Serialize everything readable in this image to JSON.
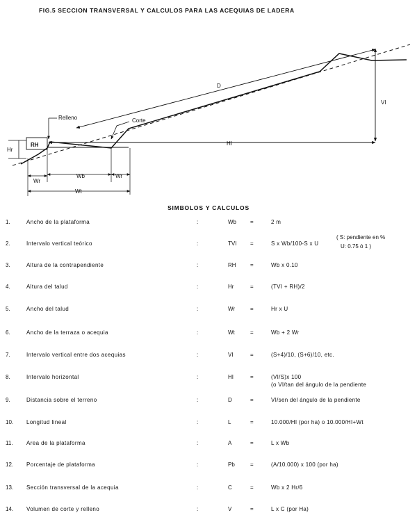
{
  "figure_title": "FIG.5   SECCION TRANSVERSAL Y CALCULOS PARA LAS ACEQUIAS DE LADERA",
  "diagram_labels": {
    "relleno": "Relleno",
    "corte": "Corte",
    "d": "D",
    "vi": "VI",
    "hi": "HI",
    "rh": "RH",
    "hr": "Hr",
    "wr_left": "Wr",
    "wb": "Wb",
    "wr_right": "Wr",
    "wt": "Wt"
  },
  "section_title": "SIMBOLOS Y CALCULOS",
  "rows": [
    {
      "num": "1.",
      "desc": "Ancho de la plataforma",
      "colon": ":",
      "sym": "Wb",
      "eq": "=",
      "formula": "2 m"
    },
    {
      "num": "2.",
      "desc": "Intervalo vertical teórico",
      "colon": ":",
      "sym": "TVI",
      "eq": "=",
      "formula": "S x Wb/100-S x U"
    },
    {
      "num": "3.",
      "desc": "Altura de la contrapendiente",
      "colon": ":",
      "sym": "RH",
      "eq": "=",
      "formula": "Wb x 0.10"
    },
    {
      "num": "4.",
      "desc": "Altura del talud",
      "colon": ":",
      "sym": "Hr",
      "eq": "=",
      "formula": "(TVI + RH)/2"
    },
    {
      "num": "5.",
      "desc": "Ancho del talud",
      "colon": ":",
      "sym": "Wr",
      "eq": "=",
      "formula": "Hr x U"
    },
    {
      "num": "6.",
      "desc": "Ancho de la terraza o acequia",
      "colon": ":",
      "sym": "Wt",
      "eq": "=",
      "formula": "Wb + 2 Wr"
    },
    {
      "num": "7.",
      "desc": "Intervalo vertical entre dos acequias",
      "colon": ":",
      "sym": "VI",
      "eq": "=",
      "formula": "(S+4)/10, (S+6)/10, etc."
    },
    {
      "num": "8.",
      "desc": "Intervalo horizontal",
      "colon": ":",
      "sym": "HI",
      "eq": "=",
      "formula": "(VI/S)x 100",
      "formula2": "(o VI/tan del ángulo de la pendiente"
    },
    {
      "num": "9.",
      "desc": "Distancia sobre el terreno",
      "colon": ":",
      "sym": "D",
      "eq": "=",
      "formula": "VI/sen del ángulo de la pendiente"
    },
    {
      "num": "10.",
      "desc": "Longitud lineal",
      "colon": ":",
      "sym": "L",
      "eq": "=",
      "formula": "10.000/HI (por ha) o 10.000/HI+Wt"
    },
    {
      "num": "11.",
      "desc": "Area de la plataforma",
      "colon": ":",
      "sym": "A",
      "eq": "=",
      "formula": "L x Wb"
    },
    {
      "num": "12.",
      "desc": "Porcentaje de plataforma",
      "colon": ":",
      "sym": "Pb",
      "eq": "=",
      "formula": "(A/10.000) x 100 (por ha)"
    },
    {
      "num": "13.",
      "desc": "Sección transversal de la acequia",
      "colon": ":",
      "sym": "C",
      "eq": "=",
      "formula": "Wb x 2 Hr/6"
    },
    {
      "num": "14.",
      "desc": "Volumen de corte y relleno",
      "colon": ":",
      "sym": "V",
      "eq": "=",
      "formula": "L x C (por Ha)"
    }
  ],
  "note": {
    "line1": "( S: pendiente en %",
    "line2": "U: 0.75 ó 1 )"
  }
}
